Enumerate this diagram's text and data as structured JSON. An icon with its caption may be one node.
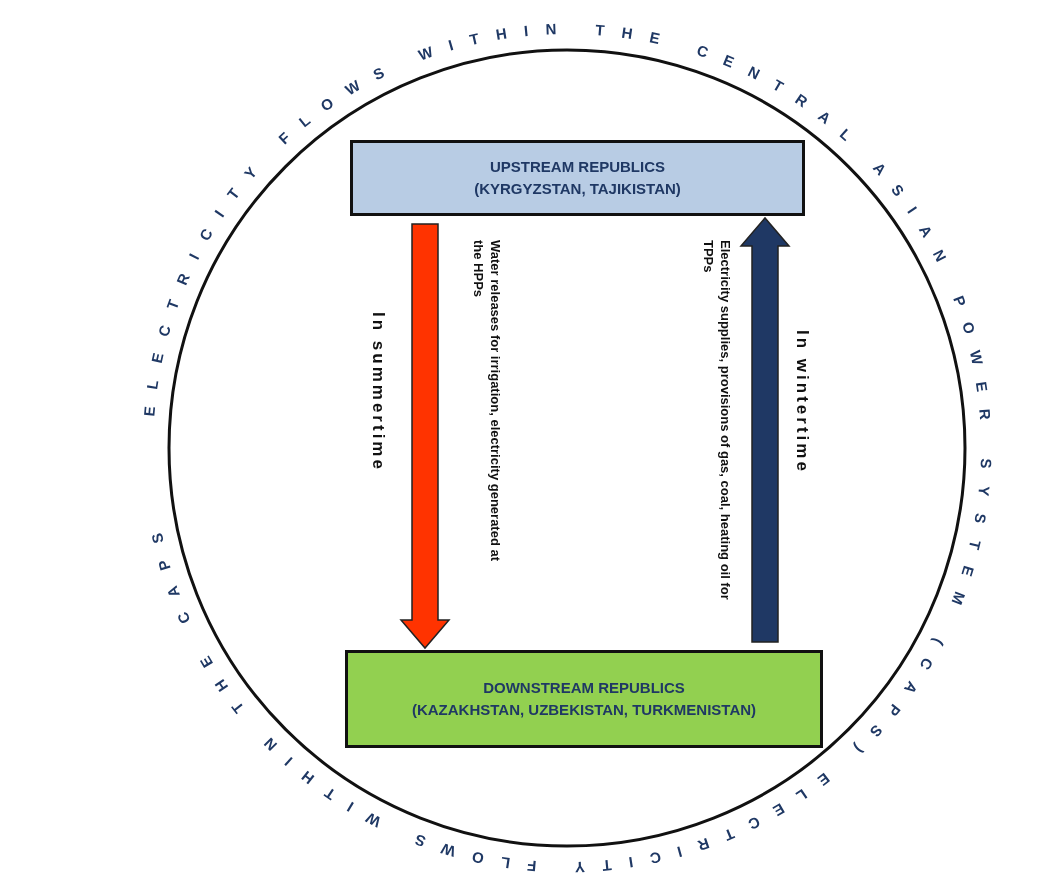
{
  "diagram": {
    "nodes": [
      {
        "text": [
          "ELECTRICITY FLOWS WITHIN THE CENTRAL ASIAN POWER SYSTEM (CAPS) ELECTRICITY FLOWS WITHIN THE CAPS"
        ]
      },
      {
        "text": [
          "UPSTREAM REPUBLICS",
          "(KYRGYZSTAN, TAJIKISTAN)"
        ],
        "in": 0
      },
      {
        "text": [
          "DOWNSTREAM REPUBLICS",
          "(KAZAKHSTAN, UZBEKISTAN, TURKMENISTAN)"
        ],
        "in": 0
      }
    ],
    "edges": [
      {
        "from": 1,
        "to": 2,
        "arrow": "to",
        "label": "Water releases for irrigation, electricity generated at the HPPs",
        "style": "thick",
        "color": "#ff3300"
      },
      {
        "from": 2,
        "to": 1,
        "arrow": "to",
        "label": "Electricity supplies, provisions of gas, coal, heating oil for TPPs",
        "style": "thick",
        "color": "#1f3864"
      }
    ],
    "labels": [
      "In summertime",
      "In wintertime"
    ]
  }
}
